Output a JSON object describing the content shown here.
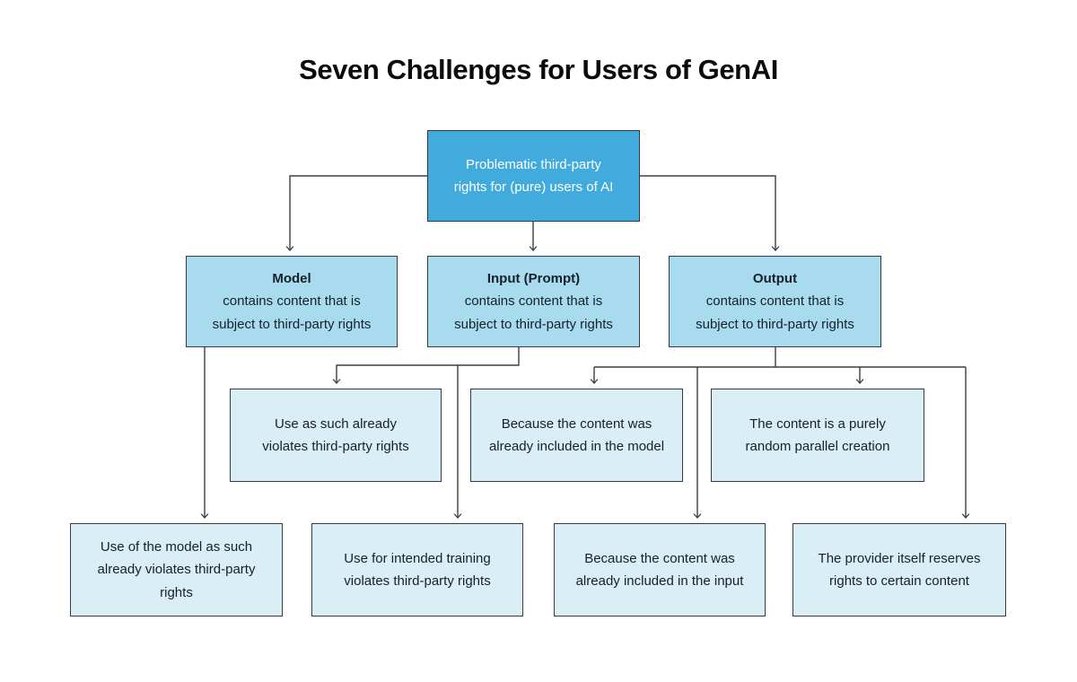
{
  "title": "Seven Challenges for Users of GenAI",
  "colors": {
    "background": "#FFFFFF",
    "title_text": "#0B0B0C",
    "root_fill": "#41ABDE",
    "root_text": "#FFFFFF",
    "branch_fill": "#A9DBEE",
    "leaf_fill": "#DAEEF6",
    "node_text": "#15202B",
    "border": "#333A44",
    "line": "#3A4048"
  },
  "nodes": {
    "root": {
      "lines": [
        "Problematic third-party",
        "rights for (pure) users of AI"
      ]
    },
    "level2": [
      {
        "title": "Model",
        "lines": [
          "contains content that is",
          "subject to third-party rights"
        ]
      },
      {
        "title": "Input (Prompt)",
        "lines": [
          "contains content that is",
          "subject to third-party rights"
        ]
      },
      {
        "title": "Output",
        "lines": [
          "contains content that is",
          "subject to third-party rights"
        ]
      }
    ],
    "level3": [
      {
        "lines": [
          "Use as such already",
          "violates third-party rights"
        ]
      },
      {
        "lines": [
          "Because the content was",
          "already included in the model"
        ]
      },
      {
        "lines": [
          "The content is a purely",
          "random parallel creation"
        ]
      }
    ],
    "level4": [
      {
        "lines": [
          "Use of the model as such",
          "already violates third-party",
          "rights"
        ]
      },
      {
        "lines": [
          "Use for intended training",
          "violates third-party rights"
        ]
      },
      {
        "lines": [
          "Because the content was",
          "already included in the input"
        ]
      },
      {
        "lines": [
          "The provider itself reserves",
          "rights to certain content"
        ]
      }
    ]
  }
}
